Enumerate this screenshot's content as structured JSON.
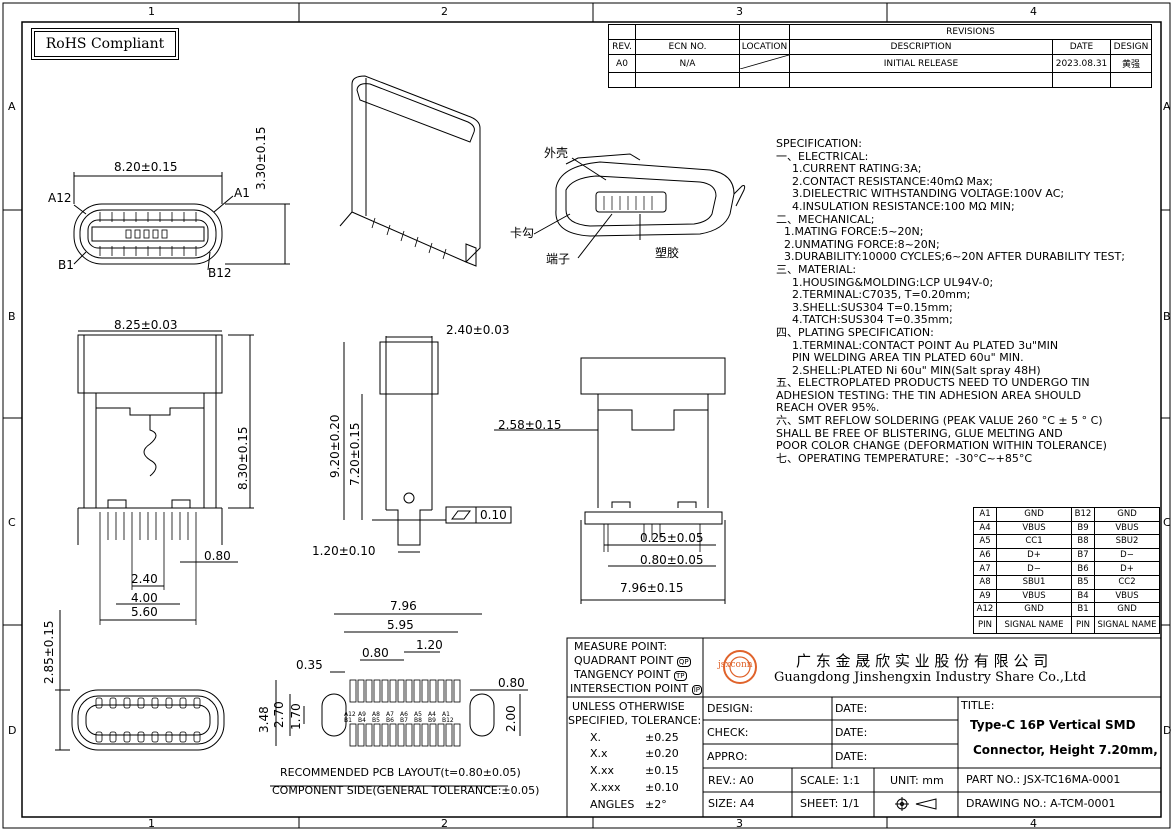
{
  "grid": {
    "cols": [
      "1",
      "2",
      "3",
      "4"
    ],
    "rows": [
      "A",
      "B",
      "C",
      "D"
    ]
  },
  "rohs": "RoHS Compliant",
  "revisions": {
    "title": "REVISIONS",
    "headers": [
      "REV.",
      "ECN NO.",
      "LOCATION",
      "DESCRIPTION",
      "DATE",
      "DESIGN"
    ],
    "row": [
      "A0",
      "N/A",
      "",
      "INITIAL RELEASE",
      "2023.08.31",
      "黄强"
    ]
  },
  "labels": {
    "shell": "外壳",
    "hook": "卡勾",
    "terminal": "端子",
    "plastic": "塑胶",
    "a12": "A12",
    "a1": "A1",
    "b1": "B1",
    "b12": "B12"
  },
  "dims": {
    "d820": "8.20±0.15",
    "d330": "3.30±0.15",
    "d825": "8.25±0.03",
    "d830": "8.30±0.15",
    "d080": "0.80",
    "d240": "2.40",
    "d400": "4.00",
    "d560": "5.60",
    "d240b": "2.40±0.03",
    "d920": "9.20±0.20",
    "d720": "7.20±0.15",
    "d120": "1.20±0.10",
    "flat": "0.10",
    "d258": "2.58±0.15",
    "d025": "0.25±0.05",
    "d080b": "0.80±0.05",
    "d796": "7.96±0.15",
    "d285": "2.85±0.15",
    "p796": "7.96",
    "p595": "5.95",
    "p120": "1.20",
    "p080": "0.80",
    "p035": "0.35",
    "p080r": "0.80",
    "p348": "3.48",
    "p270": "2.70",
    "p170": "1.70",
    "p200": "2.00"
  },
  "pcb": {
    "top_pins": [
      "A12",
      "A9",
      "A8",
      "A7",
      "A6",
      "A5",
      "A4",
      "A1"
    ],
    "bot_pins": [
      "B1",
      "B4",
      "B5",
      "B6",
      "B7",
      "B8",
      "B9",
      "B12"
    ],
    "caption1": "RECOMMENDED PCB LAYOUT(t=0.80±0.05)",
    "caption2": "COMPONENT SIDE(GENERAL TOLERANCE:±0.05)"
  },
  "spec": [
    "SPECIFICATION:",
    "一、ELECTRICAL:",
    "   1.CURRENT RATING:3A;",
    "   2.CONTACT RESISTANCE:40mΩ Max;",
    "   3.DIELECTRIC WITHSTANDING VOLTAGE:100V AC;",
    "   4.INSULATION RESISTANCE:100 MΩ MIN;",
    "二、MECHANICAL;",
    "  1.MATING FORCE:5~20N;",
    "  2.UNMATING FORCE:8~20N;",
    "  3.DURABILITY:10000 CYCLES;6~20N AFTER DURABILITY TEST;",
    "三、MATERIAL:",
    "   1.HOUSING&MOLDING:LCP UL94V-0;",
    "   2.TERMINAL:C7035, T=0.20mm;",
    "   3.SHELL:SUS304 T=0.15mm;",
    "   4.TATCH:SUS304 T=0.35mm;",
    "四、PLATING SPECIFICATION:",
    "   1.TERMINAL:CONTACT POINT Au PLATED 3u\"MIN",
    "      PIN WELDING AREA TIN PLATED 60u\" MIN.",
    "   2.SHELL:PLATED Ni 60u\" MIN(Salt spray 48H)",
    "五、ELECTROPLATED PRODUCTS NEED TO UNDERGO TIN",
    "      ADHESION TESTING: THE TIN ADHESION AREA SHOULD",
    "      REACH OVER 95%.",
    "六、SMT REFLOW SOLDERING (PEAK VALUE 260 °C ± 5 ° C)",
    "      SHALL BE FREE OF BLISTERING, GLUE MELTING AND",
    "      POOR COLOR CHANGE (DEFORMATION WITHIN TOLERANCE)",
    "七、OPERATING TEMPERATURE：-30°C~+85°C"
  ],
  "pin_table": {
    "rows": [
      [
        "A1",
        "GND",
        "B12",
        "GND"
      ],
      [
        "A4",
        "VBUS",
        "B9",
        "VBUS"
      ],
      [
        "A5",
        "CC1",
        "B8",
        "SBU2"
      ],
      [
        "A6",
        "D+",
        "B7",
        "D−"
      ],
      [
        "A7",
        "D−",
        "B6",
        "D+"
      ],
      [
        "A8",
        "SBU1",
        "B5",
        "CC2"
      ],
      [
        "A9",
        "VBUS",
        "B4",
        "VBUS"
      ],
      [
        "A12",
        "GND",
        "B1",
        "GND"
      ]
    ],
    "header": [
      "PIN",
      "SIGNAL NAME",
      "PIN",
      "SIGNAL NAME"
    ]
  },
  "title_block": {
    "measure": [
      "MEASURE POINT:",
      "QUADRANT POINT",
      "TANGENCY POINT",
      "INTERSECTION POINT"
    ],
    "measure_codes": [
      "QP",
      "TP",
      "IP"
    ],
    "logo": "jsxconn",
    "company_cn": "广 东 金 晟 欣 实 业 股 份 有 限 公 司",
    "company_en": "Guangdong Jinshengxin Industry Share Co.,Ltd",
    "tol_title": "UNLESS OTHERWISE",
    "tol_title2": "SPECIFIED, TOLERANCE:",
    "tol": [
      [
        "X.",
        "±0.25"
      ],
      [
        "X.x",
        "±0.20"
      ],
      [
        "X.xx",
        "±0.15"
      ],
      [
        "X.xxx",
        "±0.10"
      ],
      [
        "ANGLES",
        "±2°"
      ]
    ],
    "design": "DESIGN:",
    "check": "CHECK:",
    "appro": "APPRO:",
    "date": "DATE:",
    "title_label": "TITLE:",
    "title1": "Type-C 16P Vertical SMD",
    "title2": "Connector, Height 7.20mm,",
    "rev": "REV.: A0",
    "scale": "SCALE: 1:1",
    "unit": "UNIT: mm",
    "size": "SIZE: A4",
    "sheet": "SHEET: 1/1",
    "part_no": "PART NO.:  JSX-TC16MA-0001",
    "drawing_no": "DRAWING NO.:    A-TCM-0001"
  }
}
